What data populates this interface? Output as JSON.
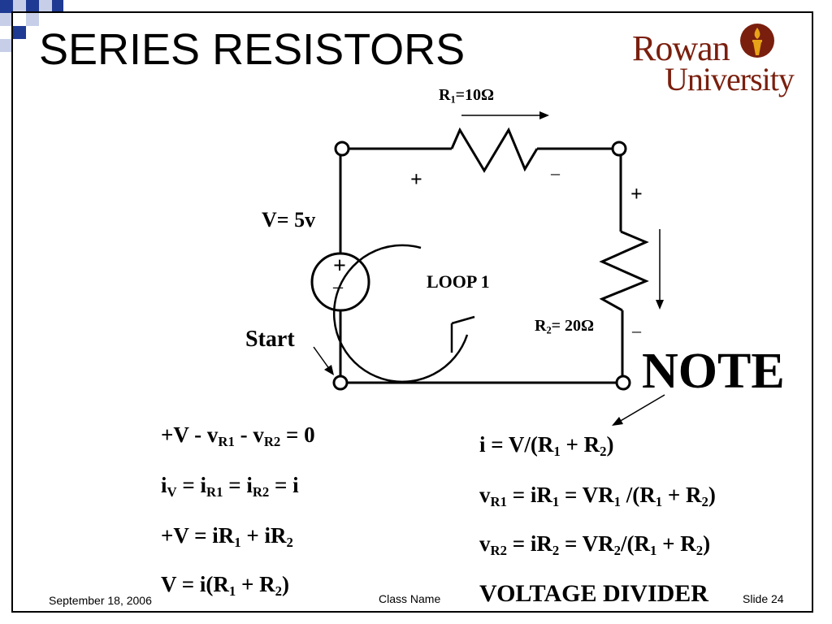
{
  "slide": {
    "title": "SERIES RESISTORS",
    "logo": {
      "line1": "Rowan",
      "line2": "University"
    },
    "footer": {
      "date": "September 18, 2006",
      "class_name": "Class Name",
      "slide_number": "Slide 24"
    }
  },
  "circuit": {
    "r1_label": {
      "pre": "R",
      "sub": "1",
      "post": "=10Ω"
    },
    "r2_label": {
      "pre": "R",
      "sub": "2",
      "post": "= 20Ω"
    },
    "voltage_label": "V= 5v",
    "source_plus": "+",
    "source_minus": "–",
    "r1_plus": "+",
    "r1_minus": "–",
    "r2_plus": "+",
    "r2_minus": "–",
    "loop_label": "LOOP 1",
    "start_label": "Start",
    "note_label": "NOTE"
  },
  "equations_left": {
    "eq1": {
      "a": "+V - v",
      "s1": "R1",
      "b": " - v",
      "s2": "R2",
      "c": " = 0"
    },
    "eq2": {
      "a": "i",
      "s1": "V",
      "b": " = i",
      "s2": "R1",
      "c": " = i",
      "s3": "R2",
      "d": " = i"
    },
    "eq3": {
      "a": "+V = iR",
      "s1": "1",
      "b": " + iR",
      "s2": "2"
    },
    "eq4": {
      "a": "V = i(R",
      "s1": "1",
      "b": " + R",
      "s2": "2",
      "c": ")"
    }
  },
  "equations_right": {
    "eq1": {
      "a": "i = V/(R",
      "s1": "1",
      "b": " + R",
      "s2": "2",
      "c": ")"
    },
    "eq2": {
      "a": "v",
      "s1": "R1",
      "b": " = iR",
      "s2": "1",
      "c": " = VR",
      "s3": "1",
      "d": " /(R",
      "s4": "1",
      "e": " + R",
      "s5": "2",
      "f": ")"
    },
    "eq3": {
      "a": "v",
      "s1": "R2",
      "b": " = iR",
      "s2": "2",
      "c": " = VR",
      "s3": "2",
      "d": "/(R",
      "s4": "1",
      "e": " + R",
      "s5": "2",
      "f": ")"
    },
    "eq4": "VOLTAGE DIVIDER"
  }
}
